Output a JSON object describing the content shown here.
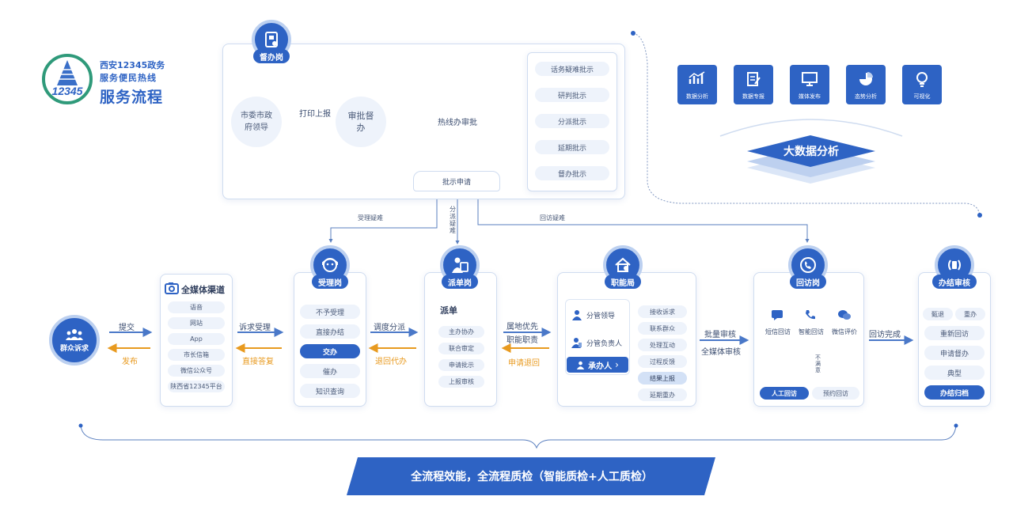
{
  "logo": {
    "line1": "西安12345政务",
    "line2": "服务便民热线",
    "line3": "服务流程",
    "emblem_text": "12345"
  },
  "supervise": {
    "badge": "督办岗",
    "leader": "市委市政府领导",
    "print": "打印上报",
    "approve": "审批督办",
    "hotline": "热线办审批",
    "apply": "批示申请",
    "list": [
      "话务疑难批示",
      "研判批示",
      "分派批示",
      "延期批示",
      "督办批示"
    ]
  },
  "bigdata": {
    "icons": [
      "数据分析",
      "数据专报",
      "媒体发布",
      "态势分析",
      "可视化"
    ],
    "title": "大数据分析"
  },
  "links": {
    "accept_issue": "受理疑难",
    "dispatch_issue": "分派疑难",
    "revisit_issue": "回访疑难"
  },
  "citizen": {
    "label": "群众诉求",
    "submit": "提交",
    "publish": "发布"
  },
  "media": {
    "title": "全媒体渠道",
    "items": [
      "语音",
      "网站",
      "App",
      "市长信箱",
      "微信公众号",
      "陕西省12345平台"
    ],
    "to_next": "诉求受理",
    "back": "直接答复"
  },
  "accept": {
    "badge": "受理岗",
    "items": [
      "不予受理",
      "直接办结",
      "交办",
      "催办",
      "知识查询"
    ],
    "active_index": 2,
    "to_next": "调度分派",
    "back": "退回代办"
  },
  "dispatch": {
    "badge": "派单岗",
    "title": "派单",
    "items": [
      "主办协办",
      "联合审定",
      "申请批示",
      "上报审核"
    ],
    "to_next_1": "属地优先",
    "to_next_2": "职能职责",
    "back": "申请退回"
  },
  "func": {
    "badge": "职能局",
    "left": [
      "分管领导",
      "分管负责人",
      "承办人"
    ],
    "right": [
      "接收诉求",
      "联系群众",
      "处理互动",
      "过程反馈",
      "结果上报",
      "延期重办"
    ],
    "highlight_right_index": 4,
    "to_next_1": "批量审核",
    "to_next_2": "全媒体审核"
  },
  "revisit": {
    "badge": "回访岗",
    "channels": [
      "短信回访",
      "智能回访",
      "微信评价"
    ],
    "unsat": "不满意",
    "bottom": [
      "人工回访",
      "预约回访"
    ],
    "to_next": "回访完成"
  },
  "close": {
    "badge": "办结审核",
    "top": [
      "甄退",
      "重办"
    ],
    "items": [
      "重新回访",
      "申请督办",
      "典型",
      "办结归档"
    ]
  },
  "banner": "全流程效能，全流程质检（智能质检+人工质检）",
  "colors": {
    "primary": "#2e63c4",
    "orange": "#e89a1f",
    "light": "#eef3fb"
  }
}
